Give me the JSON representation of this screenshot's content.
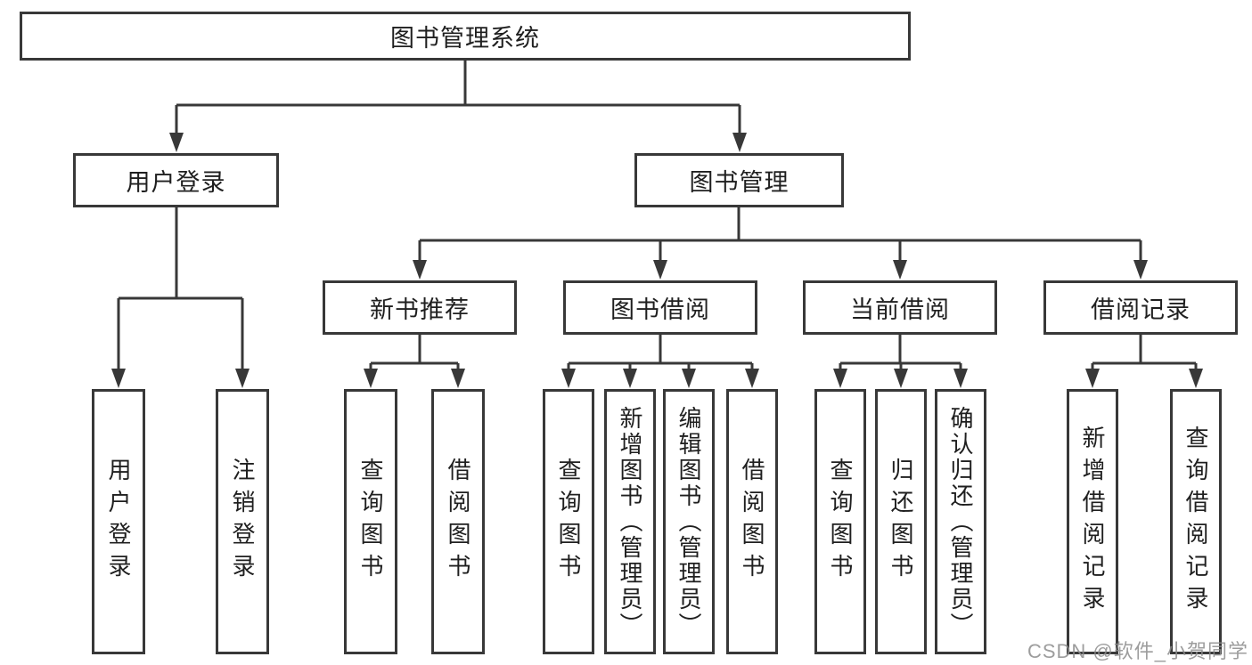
{
  "diagram": {
    "root_label": "图书管理系统",
    "level2": [
      {
        "label": "用户登录"
      },
      {
        "label": "图书管理"
      }
    ],
    "level3": [
      {
        "label": "新书推荐"
      },
      {
        "label": "图书借阅"
      },
      {
        "label": "当前借阅"
      },
      {
        "label": "借阅记录"
      }
    ],
    "leaves": [
      {
        "label": "用户登录"
      },
      {
        "label": "注销登录"
      },
      {
        "label": "查询图书"
      },
      {
        "label": "借阅图书"
      },
      {
        "label": "查询图书"
      },
      {
        "label": "新增图书（管理员）"
      },
      {
        "label": "编辑图书（管理员）"
      },
      {
        "label": "借阅图书"
      },
      {
        "label": "查询图书"
      },
      {
        "label": "归还图书"
      },
      {
        "label": "确认归还（管理员）"
      },
      {
        "label": "新增借阅记录"
      },
      {
        "label": "查询借阅记录"
      }
    ],
    "watermark": "CSDN @软件_小贺同学",
    "colors": {
      "line": "#383838",
      "box_border": "#383838",
      "box_background": "#ffffff",
      "text": "#1f1f1f",
      "watermark": "#8c8c8c"
    }
  }
}
